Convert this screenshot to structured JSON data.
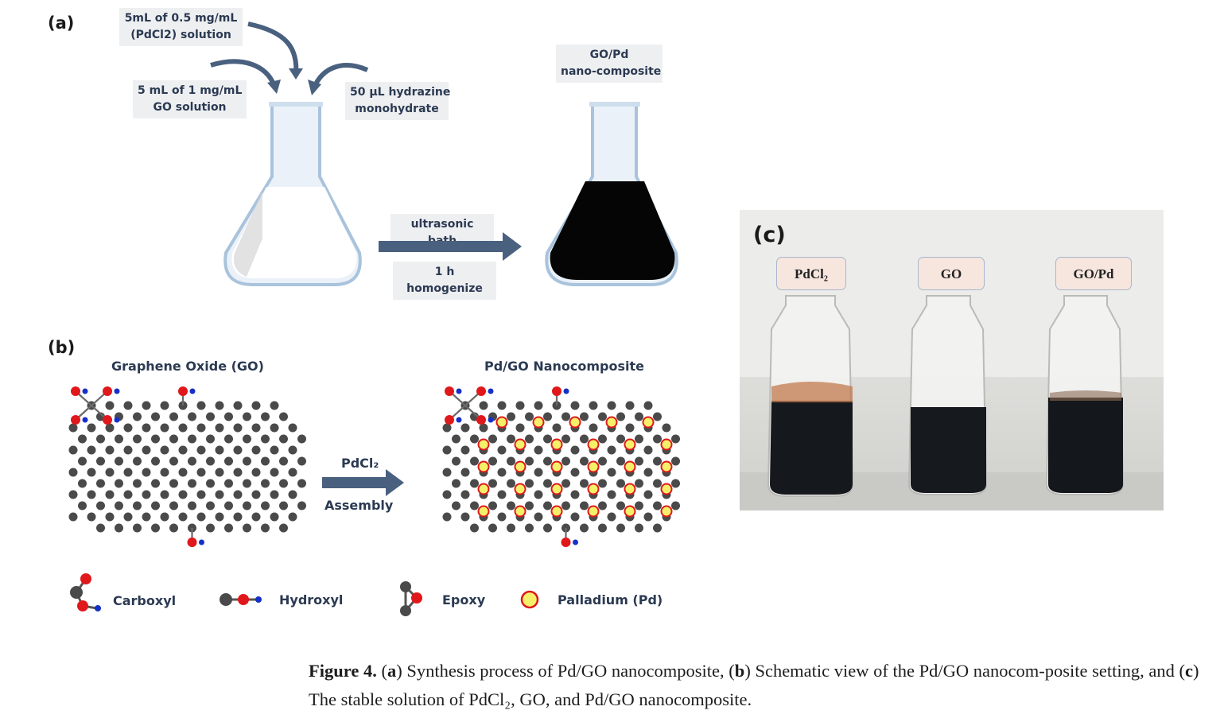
{
  "panel_a": {
    "label": "(a)",
    "pdcl2_input": [
      "5mL of 0.5 mg/mL",
      "(PdCl2) solution"
    ],
    "go_input": [
      "5 mL of 1 mg/mL",
      "GO solution"
    ],
    "hydrazine_input": [
      "50 µL hydrazine",
      "monohydrate"
    ],
    "product": [
      "GO/Pd",
      "nano-composite"
    ],
    "step_top": "ultrasonic bath",
    "step_bottom": "1 h homogenize"
  },
  "panel_b": {
    "label": "(b)",
    "left_heading": "Graphene Oxide (GO)",
    "right_heading": "Pd/GO Nanocomposite",
    "arrow_top": "PdCl₂",
    "arrow_bottom": "Assembly",
    "legend": [
      {
        "icon": "carboxyl-icon",
        "label": "Carboxyl"
      },
      {
        "icon": "hydroxyl-icon",
        "label": "Hydroxyl"
      },
      {
        "icon": "epoxy-icon",
        "label": "Epoxy"
      },
      {
        "icon": "palladium-icon",
        "label": "Palladium (Pd)"
      }
    ]
  },
  "panel_c": {
    "label": "(c)",
    "bottles": [
      "PdCl₂",
      "GO",
      "GO/Pd"
    ]
  },
  "caption": {
    "figure_label": "Figure 4.",
    "part_a_letter": "a",
    "part_a_text": " Synthesis process of Pd/GO nanocomposite, (",
    "part_b_letter": "b",
    "part_b_text": " Schematic view of the Pd/GO nanocom-posite setting, and (",
    "part_c_letter": "c",
    "part_c_text": " The stable solution of PdCl₂, GO, and Pd/GO nanocomposite."
  },
  "colors": {
    "arrow": "#4a607f",
    "label_text": "#2b3a52",
    "flask_glass": "#dbe8f4",
    "oxygen": "#e0181b",
    "hydrogen": "#1530c8",
    "carbon": "#4a4a4a",
    "palladium_fill": "#f5f06a"
  }
}
